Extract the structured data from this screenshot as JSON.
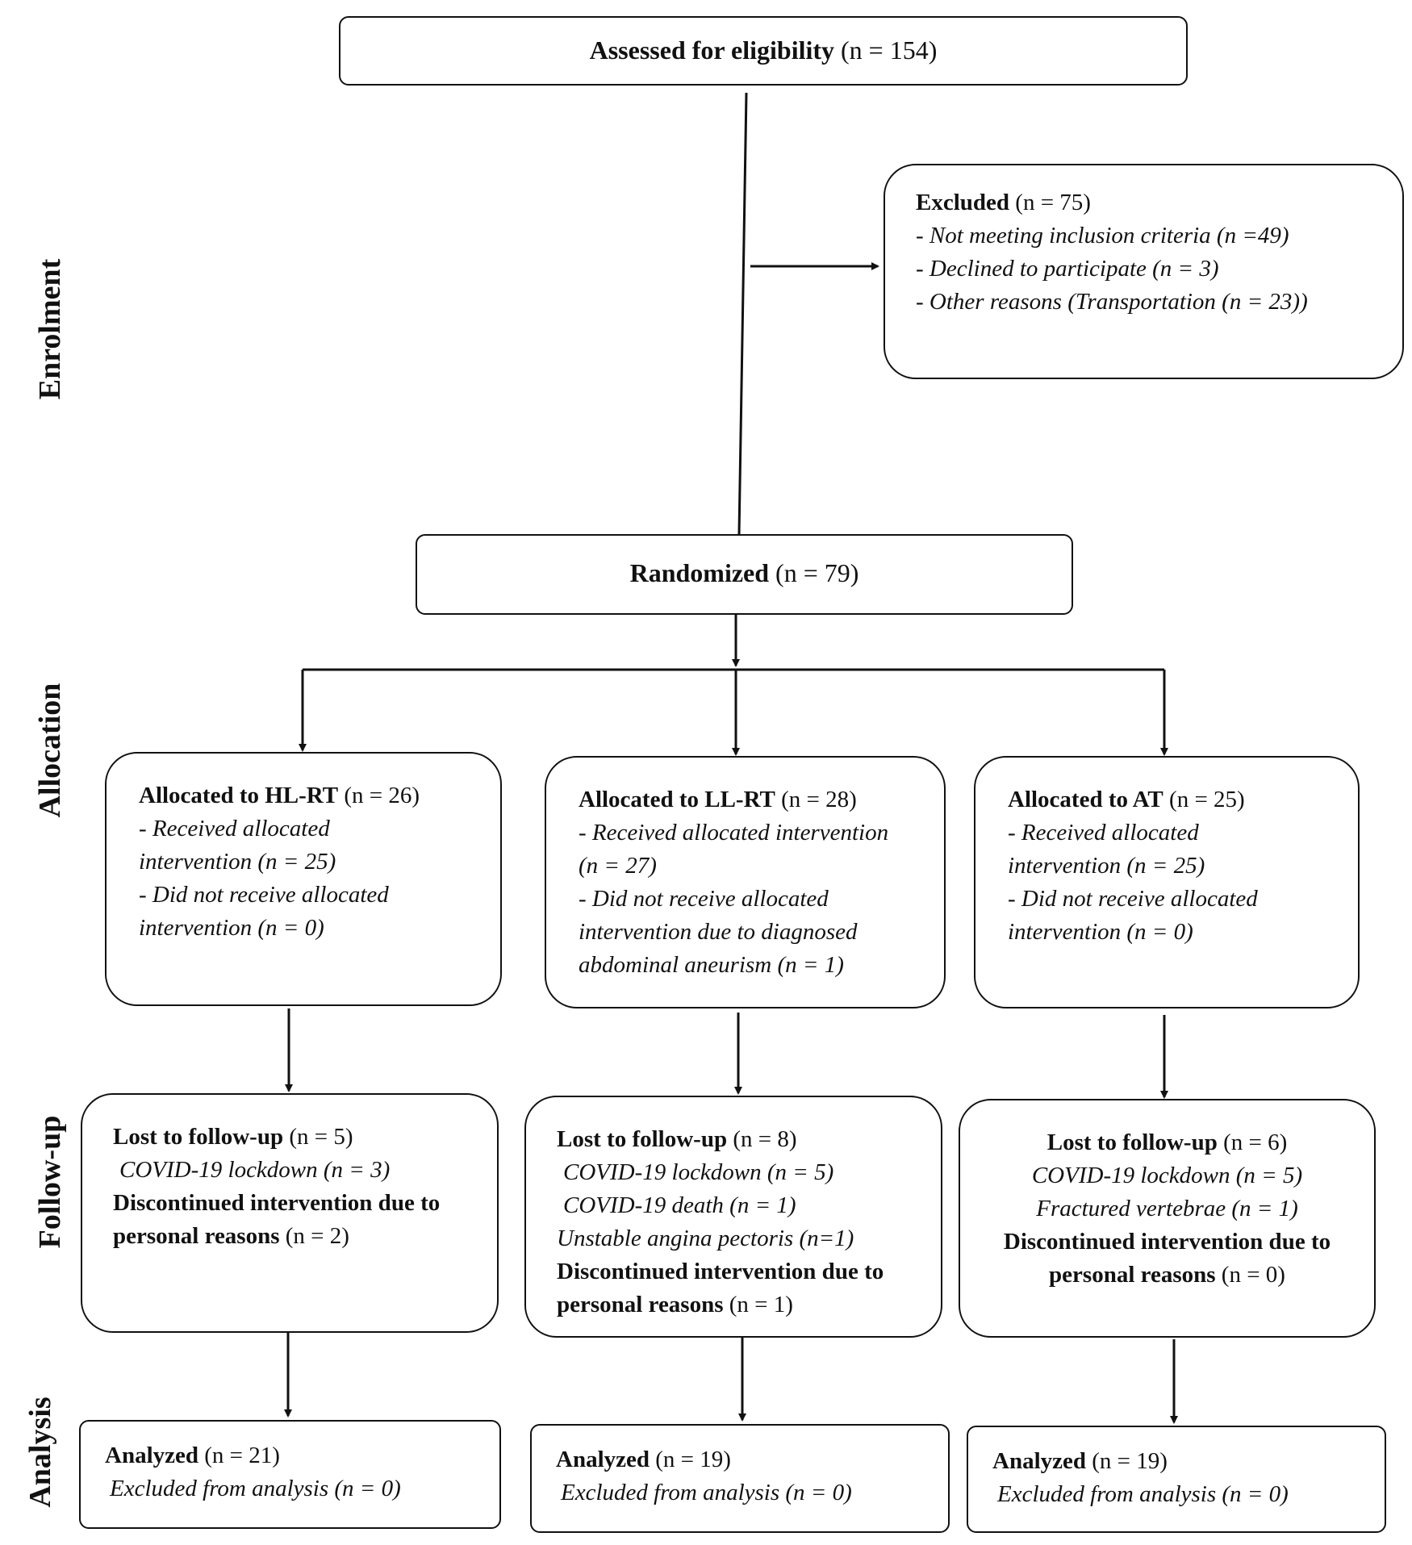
{
  "phases": {
    "enrolment": "Enrolment",
    "allocation": "Allocation",
    "follow_up": "Follow-up",
    "analysis": "Analysis"
  },
  "assessed": {
    "label": "Assessed for eligibility",
    "n": "(n = 154)"
  },
  "excluded": {
    "label": "Excluded",
    "n": "(n = 75)",
    "items": [
      "- Not meeting inclusion criteria (n =49)",
      "- Declined to participate (n = 3)",
      "- Other reasons (Transportation (n = 23))"
    ]
  },
  "randomized": {
    "label": "Randomized",
    "n": "(n = 79)"
  },
  "arms": [
    {
      "allocation": {
        "label": "Allocated to HL-RT",
        "n": "(n = 26)",
        "lines": [
          "- Received allocated",
          "intervention (n = 25)",
          "- Did not receive allocated",
          "intervention (n = 0)"
        ]
      },
      "follow_up": {
        "lost_label": "Lost to follow-up",
        "lost_n": "(n = 5)",
        "reasons": [
          "COVID-19 lockdown (n = 3)"
        ],
        "discontinued_lines": [
          "Discontinued intervention due to",
          "personal reasons"
        ],
        "discontinued_n": "(n = 2)"
      },
      "analysis": {
        "label": "Analyzed",
        "n": "(n = 21)",
        "excluded": "Excluded from analysis (n = 0)"
      }
    },
    {
      "allocation": {
        "label": "Allocated to LL-RT",
        "n": "(n = 28)",
        "lines": [
          "- Received allocated intervention",
          "(n = 27)",
          "- Did not receive allocated",
          "intervention due to diagnosed",
          "abdominal aneurism (n = 1)"
        ]
      },
      "follow_up": {
        "lost_label": "Lost to follow-up",
        "lost_n": "(n = 8)",
        "reasons": [
          "COVID-19 lockdown (n = 5)",
          "COVID-19 death (n = 1)",
          "Unstable angina pectoris (n=1)"
        ],
        "discontinued_lines": [
          "Discontinued intervention due to",
          "personal reasons"
        ],
        "discontinued_n": "(n = 1)"
      },
      "analysis": {
        "label": "Analyzed",
        "n": "(n = 19)",
        "excluded": "Excluded from analysis (n = 0)"
      }
    },
    {
      "allocation": {
        "label": "Allocated to AT",
        "n": "(n = 25)",
        "lines": [
          "- Received allocated",
          "intervention (n = 25)",
          "- Did not receive allocated",
          "intervention (n = 0)"
        ]
      },
      "follow_up": {
        "lost_label": "Lost to follow-up",
        "lost_n": "(n = 6)",
        "reasons": [
          "COVID-19 lockdown (n = 5)",
          "Fractured vertebrae (n = 1)"
        ],
        "discontinued_lines": [
          "Discontinued intervention due to",
          "personal reasons"
        ],
        "discontinued_n": "(n = 0)"
      },
      "analysis": {
        "label": "Analyzed",
        "n": "(n = 19)",
        "excluded": "Excluded from analysis (n = 0)"
      }
    }
  ]
}
